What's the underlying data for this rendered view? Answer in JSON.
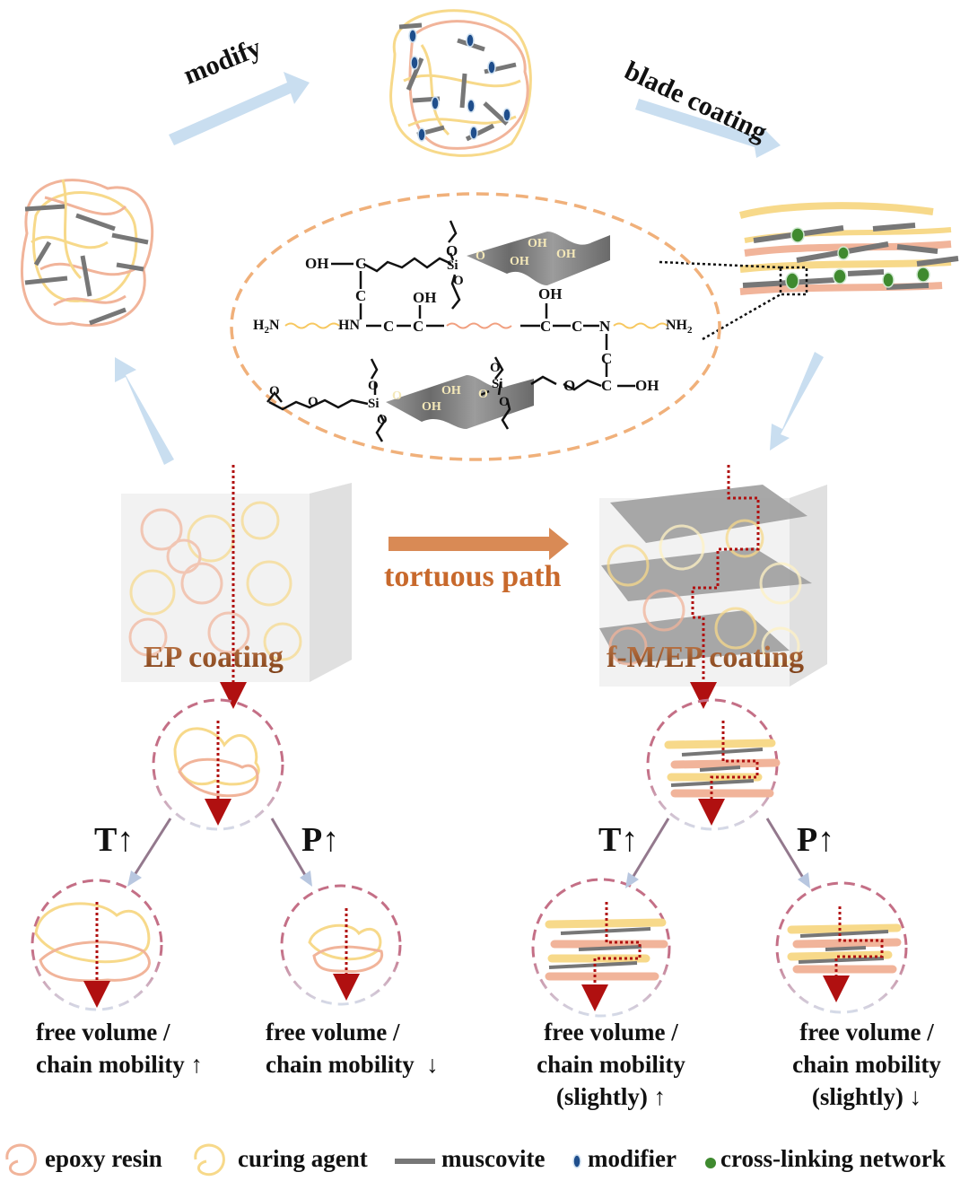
{
  "process": {
    "step_modify": "modify",
    "step_blade_coating": "blade coating"
  },
  "coatings": {
    "ep_label": "EP coating",
    "fm_ep_label": "f-M/EP coating",
    "tortuous_label": "tortuous path"
  },
  "chemistry": {
    "labels": {
      "oh": "OH",
      "h2n": "H2N",
      "nh2": "NH2",
      "hn": "HN",
      "n": "N",
      "c": "C",
      "o": "O",
      "si": "Si"
    }
  },
  "conditions": {
    "temperature": "T",
    "pressure": "P"
  },
  "outcomes": {
    "ep_T": {
      "line1": "free volume /",
      "line2": "chain mobility",
      "direction": "up"
    },
    "ep_P": {
      "line1": "free volume /",
      "line2": "chain mobility",
      "direction": "down"
    },
    "fm_T": {
      "line1": "free volume /",
      "line2": "chain mobility",
      "line3": "(slightly)",
      "direction": "up"
    },
    "fm_P": {
      "line1": "free volume /",
      "line2": "chain mobility",
      "line3": "(slightly)",
      "direction": "down"
    }
  },
  "legend": [
    {
      "icon": "epoxy-resin-icon",
      "label": "epoxy resin",
      "color": "#f1b49a"
    },
    {
      "icon": "curing-agent-icon",
      "label": "curing agent",
      "color": "#f7d98a"
    },
    {
      "icon": "muscovite-icon",
      "label": "muscovite",
      "color": "#777777"
    },
    {
      "icon": "modifier-icon",
      "label": "modifier",
      "color": "#1f4e8c"
    },
    {
      "icon": "crosslink-icon",
      "label": "cross-linking network",
      "color": "#3f8a2f"
    }
  ],
  "colors": {
    "epoxy": "#f1b49a",
    "curing": "#f7d98a",
    "muscovite": "#777777",
    "modifier": "#1f4e8c",
    "crosslink": "#3f8a2f",
    "process_arrow": "#c9def0",
    "tortuous_arrow": "#d98a55",
    "path_red": "#b01010",
    "ellipse_orange": "#f0b07a",
    "circle_rose": "#c46f86",
    "circle_blue": "#c9d3e6"
  }
}
